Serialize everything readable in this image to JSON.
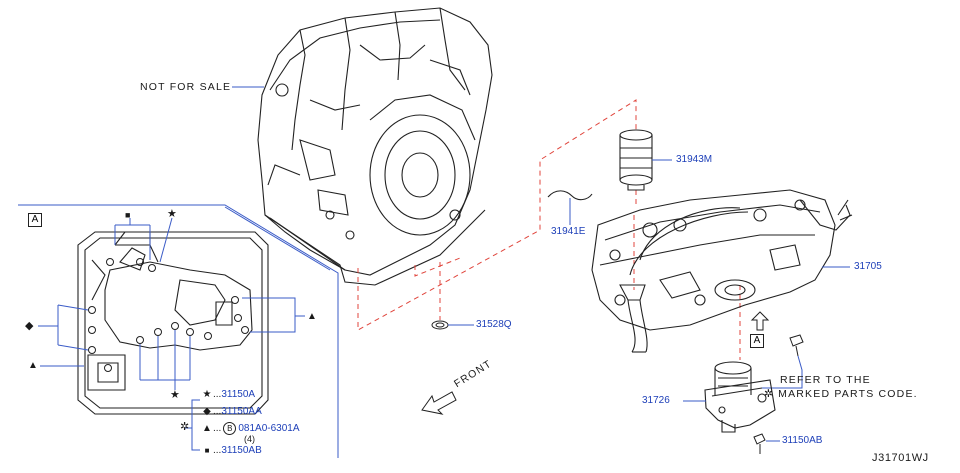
{
  "notes": {
    "not_for_sale": "NOT FOR SALE",
    "refer_line1": "REFER TO THE",
    "refer_line2": "MARKED PARTS CODE.",
    "front": "FRONT",
    "diagram_code": "J31701WJ"
  },
  "view_markers": {
    "detail_box": "A",
    "valve_body_box": "A"
  },
  "part_labels": {
    "p31943M": "31943M",
    "p31941E": "31941E",
    "p31705": "31705",
    "p31528Q": "31528Q",
    "p31726": "31726",
    "p31150AB_bolt": "31150AB"
  },
  "legend": [
    {
      "symbol": "★",
      "symbol_name": "star-icon",
      "prefix": "...",
      "code": "31150A",
      "qty": ""
    },
    {
      "symbol": "◆",
      "symbol_name": "diamond-icon",
      "prefix": "...",
      "code": "31150AA",
      "qty": ""
    },
    {
      "symbol": "▲",
      "symbol_name": "triangle-icon",
      "prefix": "...",
      "code": "081A0-6301A",
      "bolt_mark": "B",
      "qty": "(4)"
    },
    {
      "symbol": "■",
      "symbol_name": "square-icon",
      "prefix": "...",
      "code": "31150AB",
      "qty": ""
    }
  ],
  "markers": {
    "star": "★",
    "diamond": "◆",
    "triangle": "▲",
    "square": "■",
    "gear_mark": "✲"
  },
  "colors": {
    "line": "#222222",
    "leader_blue": "#3a5bc7",
    "label_blue": "#1d3fb8",
    "dash_red": "#e0453c"
  }
}
